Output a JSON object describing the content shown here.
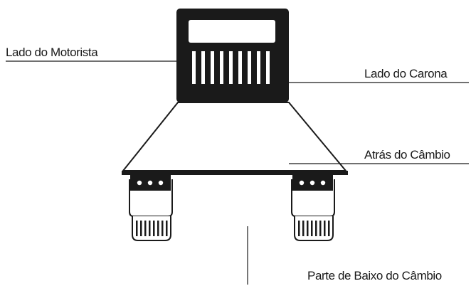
{
  "labels": {
    "driver_side": "Lado do Motorista",
    "passenger_side": "Lado do Carona",
    "behind_gearshift": "Atrás do Câmbio",
    "below_gearshift": "Parte de Baixo do Câmbio"
  },
  "colors": {
    "outline": "#1a1a1a",
    "fill": "#ffffff",
    "background": "#ffffff"
  }
}
